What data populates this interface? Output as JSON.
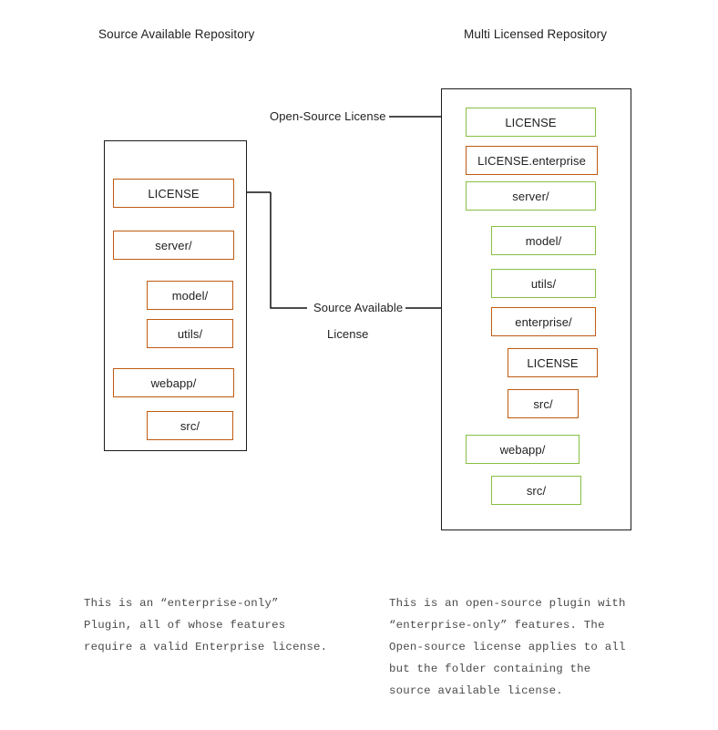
{
  "colors": {
    "source_available": "#bf5b12",
    "open_source": "#87bf45",
    "outline": "#1b1b1b",
    "text": "#1f1f1f",
    "background": "#ffffff"
  },
  "diagram": {
    "left_repo": {
      "title": "Source Available Repository",
      "nodes": [
        {
          "label": "LICENSE",
          "color": "orange",
          "indent": 0
        },
        {
          "label": "server/",
          "color": "orange",
          "indent": 0
        },
        {
          "label": "model/",
          "color": "orange",
          "indent": 1
        },
        {
          "label": "utils/",
          "color": "orange",
          "indent": 1
        },
        {
          "label": "webapp/",
          "color": "orange",
          "indent": 0
        },
        {
          "label": "src/",
          "color": "orange",
          "indent": 1
        }
      ],
      "caption": "This is an “enterprise-only”\nPlugin, all of whose features\nrequire a valid Enterprise license."
    },
    "right_repo": {
      "title": "Multi Licensed Repository",
      "nodes": [
        {
          "label": "LICENSE",
          "color": "green",
          "indent": 0
        },
        {
          "label": "LICENSE.enterprise",
          "color": "orange",
          "indent": 0
        },
        {
          "label": "server/",
          "color": "green",
          "indent": 0
        },
        {
          "label": "model/",
          "color": "green",
          "indent": 1
        },
        {
          "label": "utils/",
          "color": "green",
          "indent": 1
        },
        {
          "label": "enterprise/",
          "color": "orange",
          "indent": 1
        },
        {
          "label": "LICENSE",
          "color": "orange",
          "indent": 1
        },
        {
          "label": "src/",
          "color": "orange",
          "indent": 1
        },
        {
          "label": "webapp/",
          "color": "green",
          "indent": 0
        },
        {
          "label": "src/",
          "color": "green",
          "indent": 1
        }
      ],
      "caption": "This is an open-source plugin with\n“enterprise-only” features. The\nOpen-source license applies to all\nbut the folder containing the\nsource available license."
    },
    "connectors": [
      {
        "name": "open-source-license",
        "label": "Open-Source License"
      },
      {
        "name": "source-available-license",
        "label_line1": "Source Available",
        "label_line2": "License"
      }
    ]
  }
}
